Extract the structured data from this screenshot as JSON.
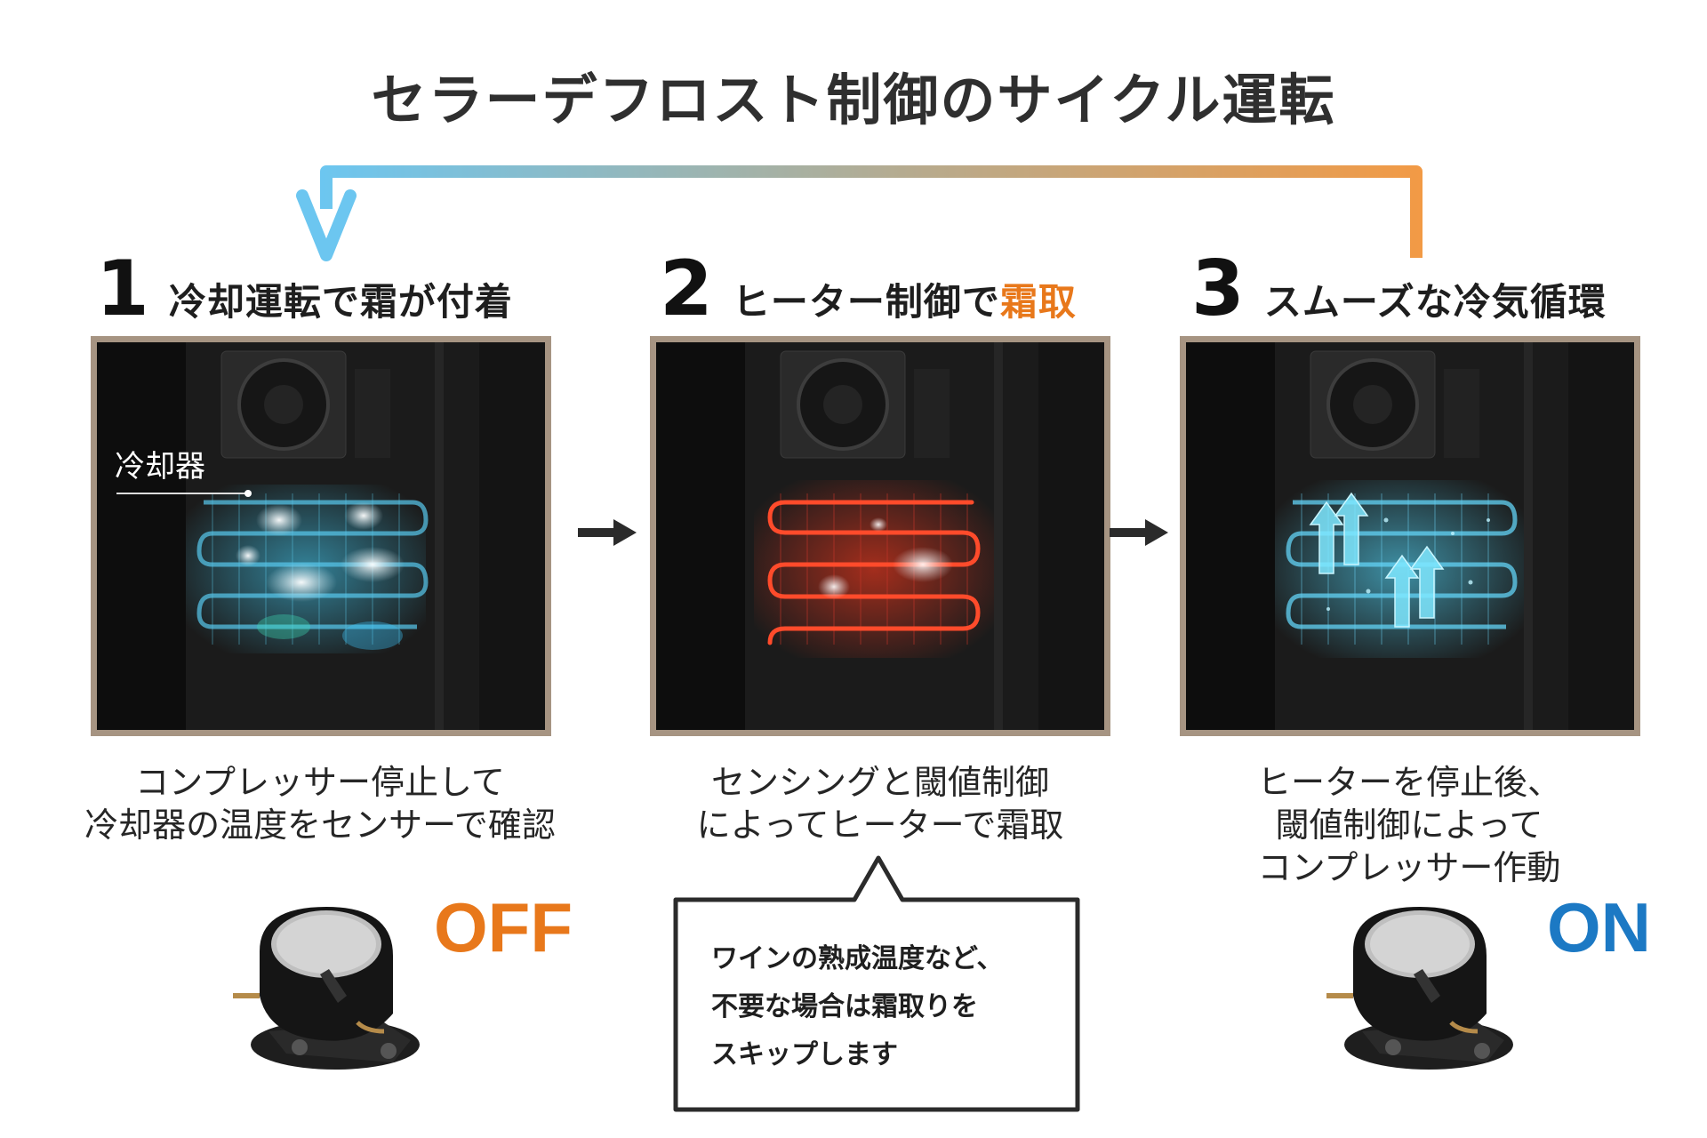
{
  "title": "セラーデフロスト制御のサイクル運転",
  "colors": {
    "accent_orange": "#e8781b",
    "accent_blue": "#1c79c4",
    "cycle_start": "#6cc6f0",
    "cycle_end": "#f29a45",
    "panel_border": "#a69482"
  },
  "steps": [
    {
      "number": "1",
      "title": "冷却運転で霜が付着",
      "panel_label": "冷却器",
      "description_lines": [
        "コンプレッサー停止して",
        "冷却器の温度をセンサーで確認"
      ],
      "status": "OFF"
    },
    {
      "number": "2",
      "title_prefix": "ヒーター制御で",
      "title_highlight": "霜取",
      "description_lines": [
        "センシングと閾値制御",
        "によってヒーターで霜取"
      ]
    },
    {
      "number": "3",
      "title": "スムーズな冷気循環",
      "description_lines": [
        "ヒーターを停止後、",
        "閾値制御によって",
        "コンプレッサー作動"
      ],
      "status": "ON"
    }
  ],
  "note": {
    "lines": [
      "ワインの熟成温度など、",
      "不要な場合は霜取りを",
      "スキップします"
    ]
  },
  "icons": [
    "cycle-arrow-icon",
    "right-arrow-icon",
    "compressor-icon"
  ]
}
